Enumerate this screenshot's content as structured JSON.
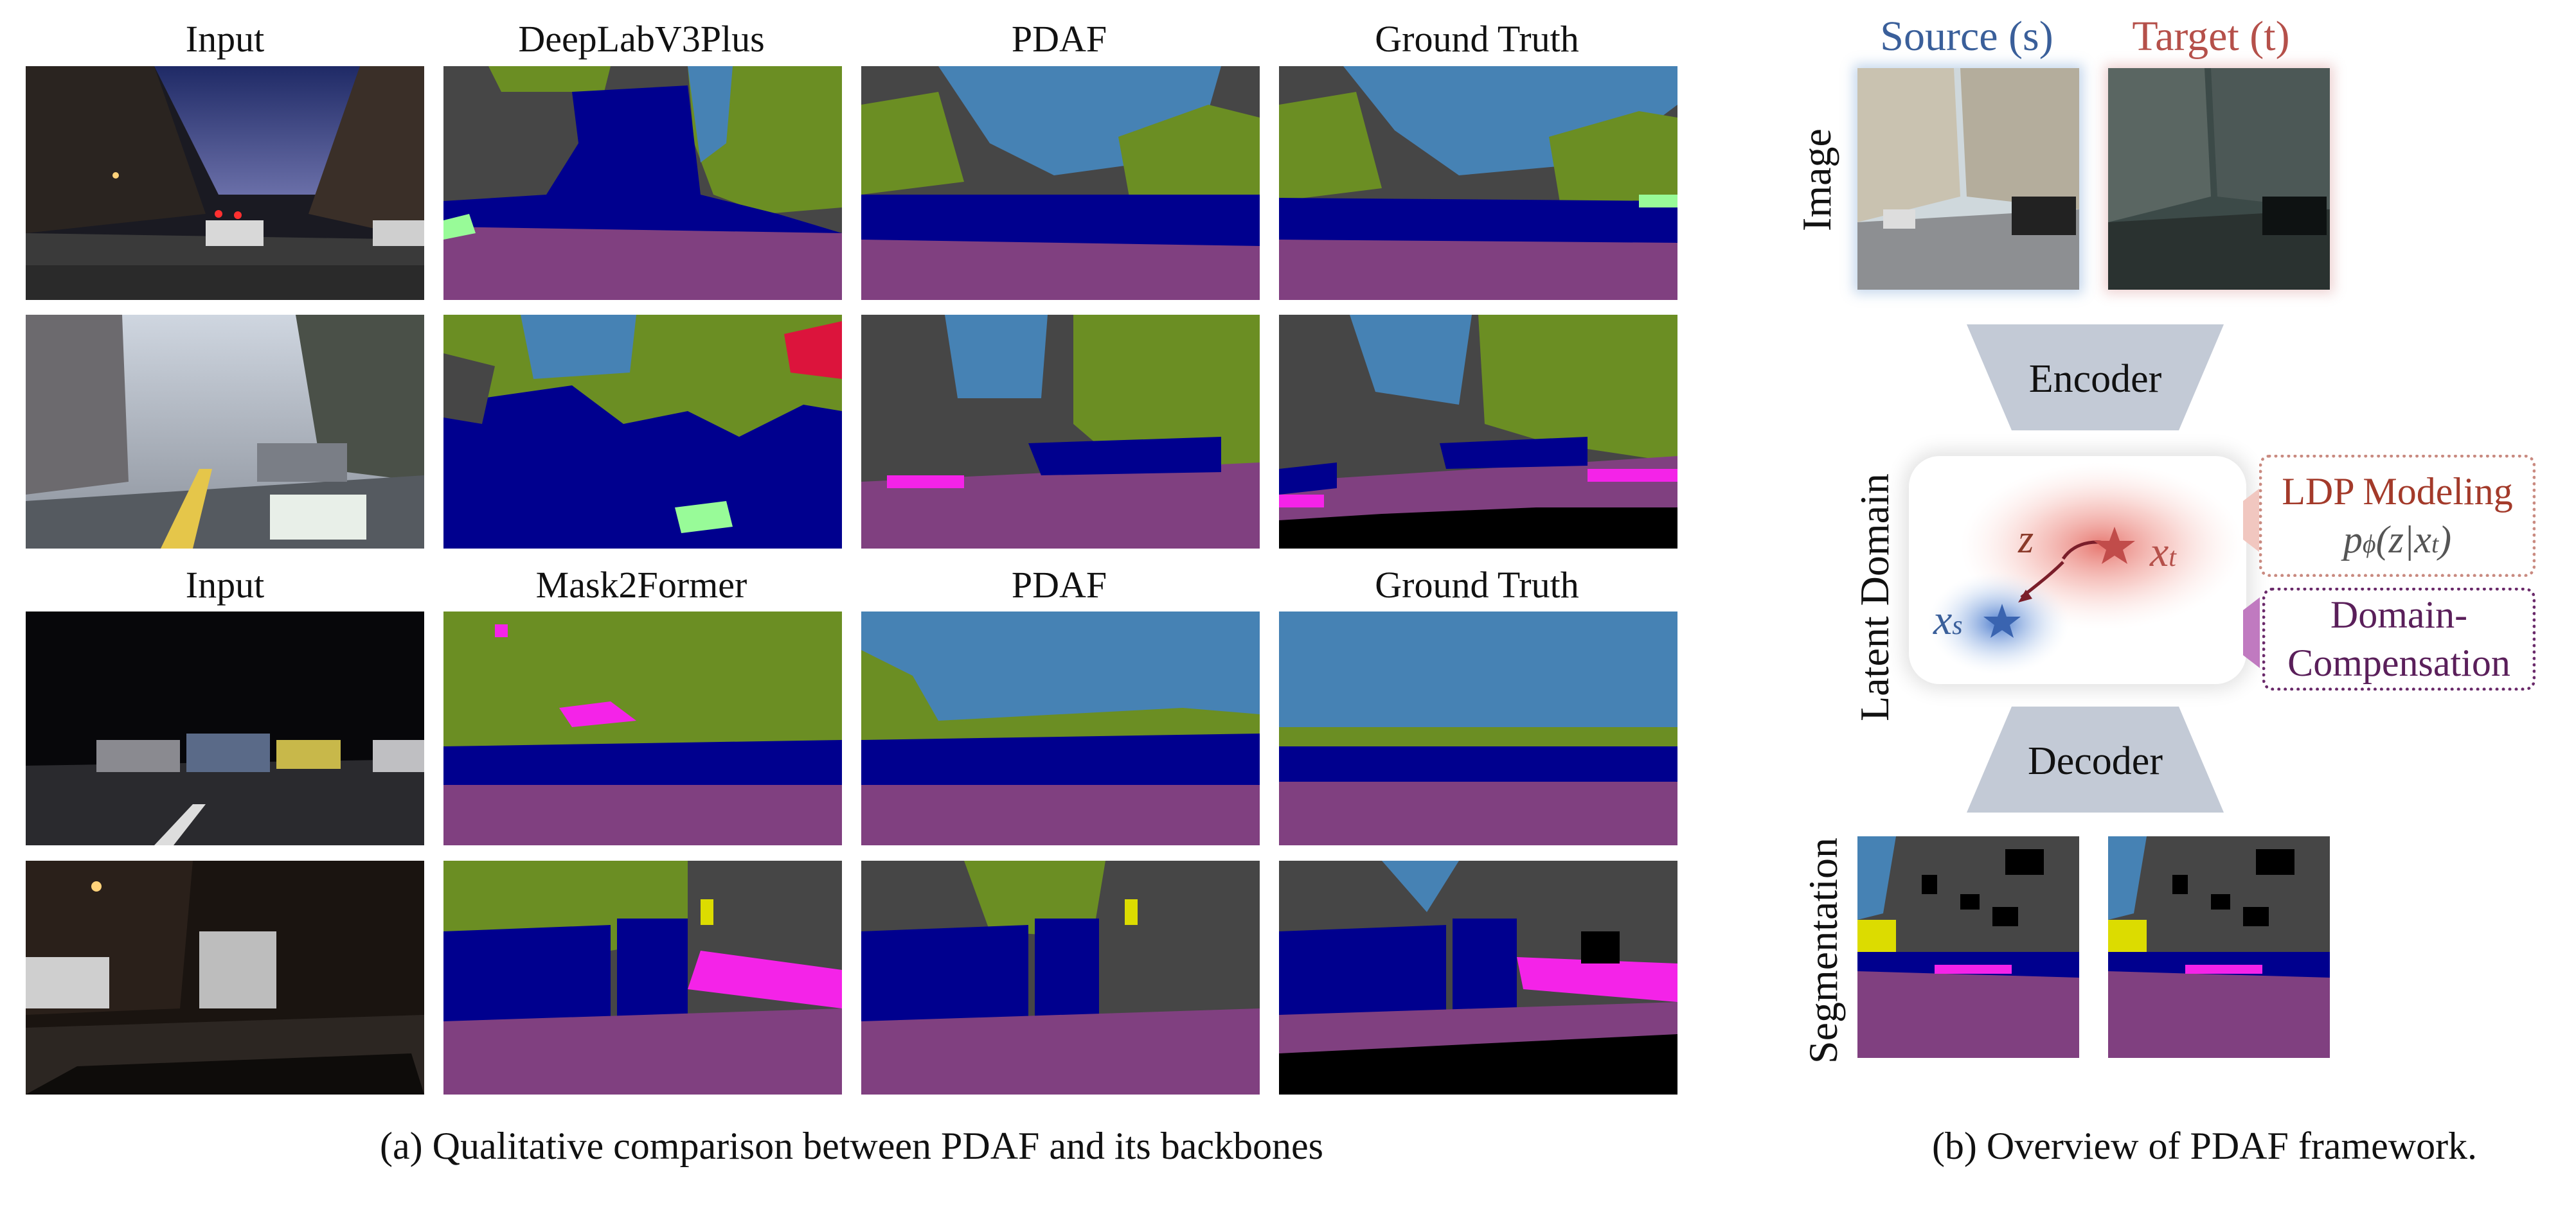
{
  "left": {
    "top_headers": [
      "Input",
      "DeepLabV3Plus",
      "PDAF",
      "Ground Truth"
    ],
    "bottom_headers": [
      "Input",
      "Mask2Former",
      "PDAF",
      "Ground Truth"
    ],
    "caption": "(a) Qualitative comparison between PDAF and its backbones"
  },
  "right": {
    "source_label": "Source (s)",
    "target_label": "Target (t)",
    "image_row_label": "Image",
    "encoder_label": "Encoder",
    "latent_label": "Latent Domain",
    "decoder_label": "Decoder",
    "segmentation_label": "Segmentation",
    "ldp_box": {
      "line1": "LDP Modeling",
      "line2": "pϕ(z|xt)"
    },
    "dc_box": {
      "line1": "Domain-",
      "line2": "Compensation"
    },
    "latent_symbols": {
      "z": "z",
      "xt": "xt",
      "xs": "xs"
    },
    "caption": "(b) Overview of PDAF framework."
  },
  "colors": {
    "sky": "#4682b4",
    "vegetation": "#6b8e23",
    "building": "#464646",
    "car": "#00008e",
    "road": "#804080",
    "sidewalk": "#f423e8",
    "source_blue": "#3a5f9a",
    "target_red": "#b5504a",
    "ldp_border": "#c98a80",
    "dc_border": "#6a2a6a",
    "trap_fill": "#c3cad6"
  }
}
